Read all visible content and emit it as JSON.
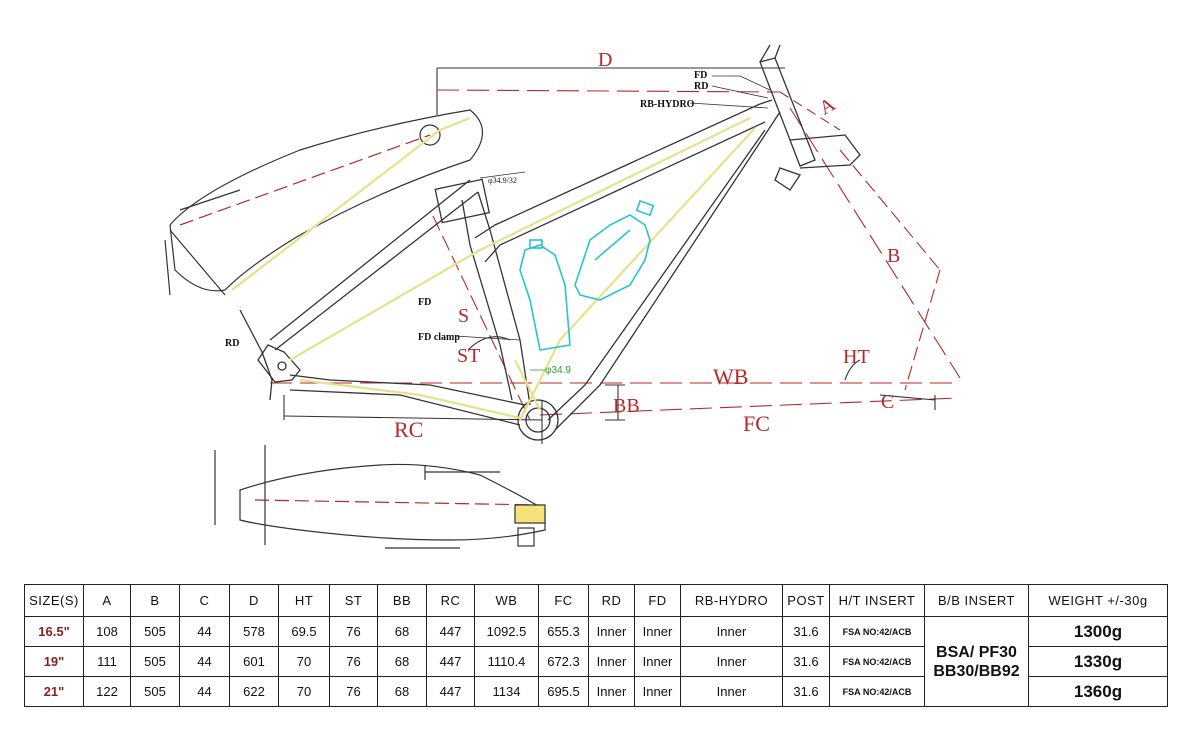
{
  "diagram": {
    "dimension_labels": {
      "D": "D",
      "A": "A",
      "B": "B",
      "S": "S",
      "ST": "ST",
      "HT": "HT",
      "WB": "WB",
      "BB": "BB",
      "RC": "RC",
      "FC": "FC",
      "C": "C"
    },
    "annotations": {
      "fd_top": "FD",
      "rd_top": "RD",
      "rb_hydro": "RB-HYDRO",
      "fd_side": "FD",
      "fd_clamp": "FD clamp",
      "rd_rear": "RD",
      "seatpost_dia": "φ34.9/32",
      "clamp_dia": "φ34.9"
    },
    "colors": {
      "dimension": "#b42a2a",
      "frame_outline": "#333333",
      "cable_route": "#e8e08a",
      "bottle_cage": "#27c3cf",
      "green_note": "#2aa52a"
    }
  },
  "spec_table": {
    "headers": [
      "SIZE(S)",
      "A",
      "B",
      "C",
      "D",
      "HT",
      "ST",
      "BB",
      "RC",
      "WB",
      "FC",
      "RD",
      "FD",
      "RB-HYDRO",
      "POST",
      "H/T INSERT",
      "B/B INSERT",
      "WEIGHT +/-30g"
    ],
    "rows": [
      {
        "size": "16.5\"",
        "A": "108",
        "B": "505",
        "C": "44",
        "D": "578",
        "HT": "69.5",
        "ST": "76",
        "BB": "68",
        "RC": "447",
        "WB": "1092.5",
        "FC": "655.3",
        "RD": "Inner",
        "FD": "Inner",
        "RB_HYDRO": "Inner",
        "POST": "31.6",
        "HT_INSERT": "FSA NO:42/ACB",
        "WEIGHT": "1300g"
      },
      {
        "size": "19\"",
        "A": "111",
        "B": "505",
        "C": "44",
        "D": "601",
        "HT": "70",
        "ST": "76",
        "BB": "68",
        "RC": "447",
        "WB": "1110.4",
        "FC": "672.3",
        "RD": "Inner",
        "FD": "Inner",
        "RB_HYDRO": "Inner",
        "POST": "31.6",
        "HT_INSERT": "FSA NO:42/ACB",
        "WEIGHT": "1330g"
      },
      {
        "size": "21\"",
        "A": "122",
        "B": "505",
        "C": "44",
        "D": "622",
        "HT": "70",
        "ST": "76",
        "BB": "68",
        "RC": "447",
        "WB": "1134",
        "FC": "695.5",
        "RD": "Inner",
        "FD": "Inner",
        "RB_HYDRO": "Inner",
        "POST": "31.6",
        "HT_INSERT": "FSA NO:42/ACB",
        "WEIGHT": "1360g"
      }
    ],
    "bb_insert": [
      "BSA/ PF30",
      "BB30/BB92"
    ]
  }
}
